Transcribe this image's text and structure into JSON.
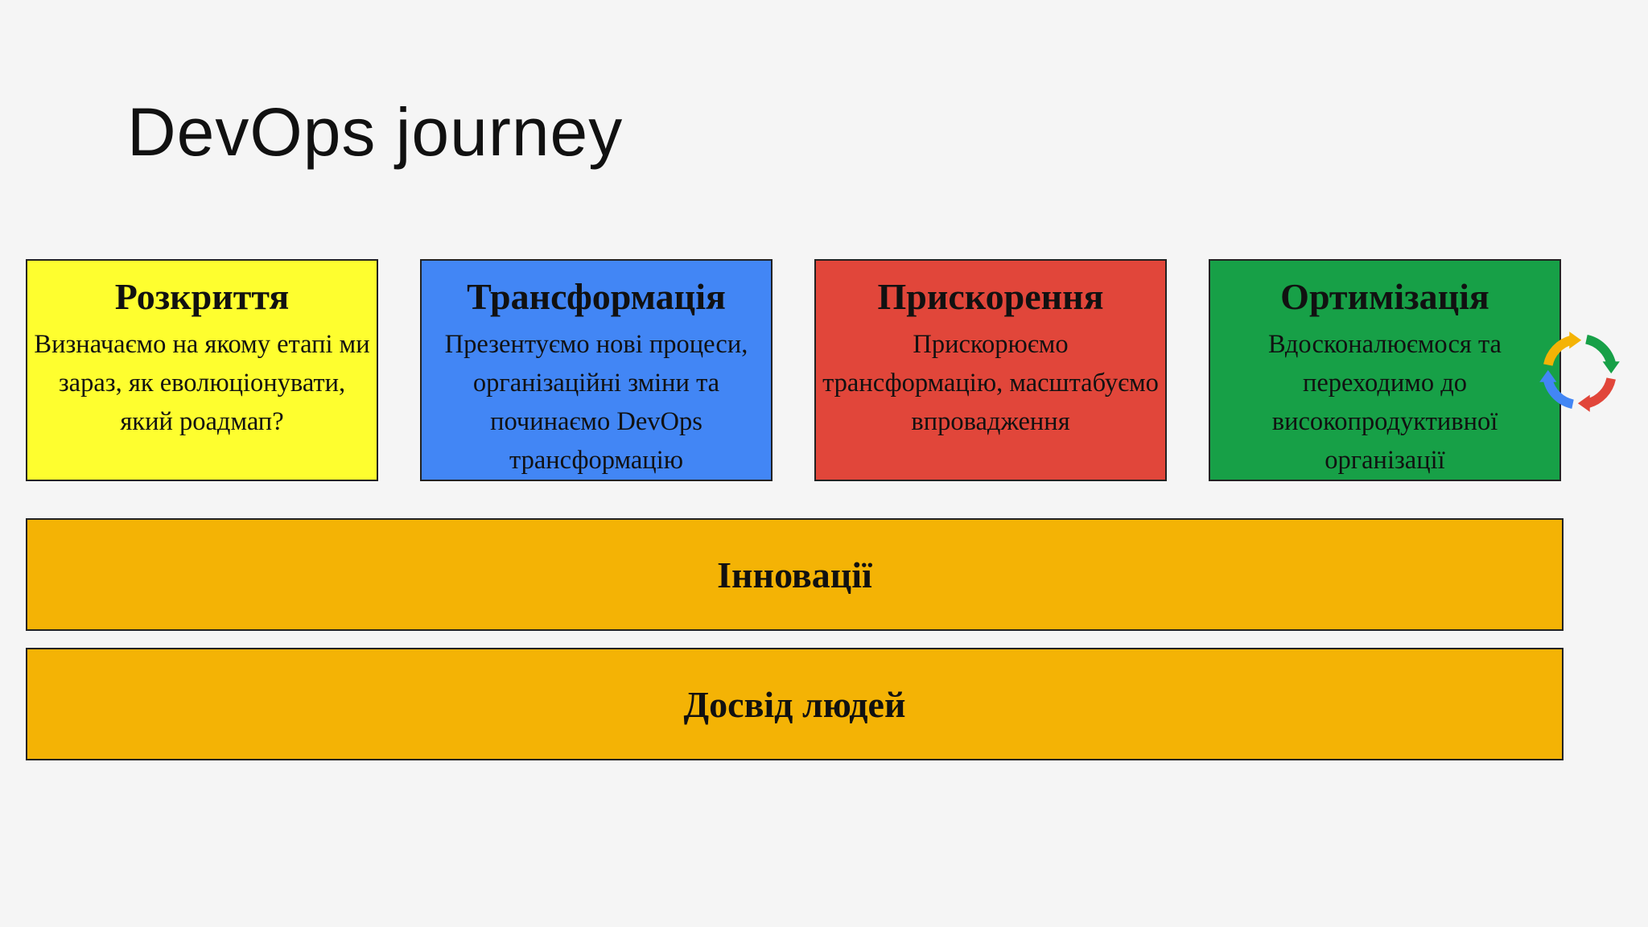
{
  "slide": {
    "title": "DevOps journey"
  },
  "stages": [
    {
      "title": "Розкриття",
      "description": "Визначаємо на якому етапі ми зараз, як еволюціонувати, який роадмап?",
      "color": "#fefe2f"
    },
    {
      "title": "Трансформація",
      "description": "Презентуємо нові процеси, організаційні зміни та починаємо DevOps трансформацію",
      "color": "#4286f5"
    },
    {
      "title": "Прискорення",
      "description": "Прискорюємо трансформацію, масштабуємо впровадження",
      "color": "#e1463a"
    },
    {
      "title": "Ортимізація",
      "description": "Вдосконалюємося та переходимо до високопродуктивної організації",
      "color": "#17a047"
    }
  ],
  "bands": [
    {
      "label": "Інновації",
      "color": "#f4b305"
    },
    {
      "label": "Досвід людей",
      "color": "#f4b305"
    }
  ],
  "icon": {
    "name": "cycle-arrows-icon",
    "colors": [
      "#f4b305",
      "#17a047",
      "#e1463a",
      "#4286f5"
    ]
  }
}
